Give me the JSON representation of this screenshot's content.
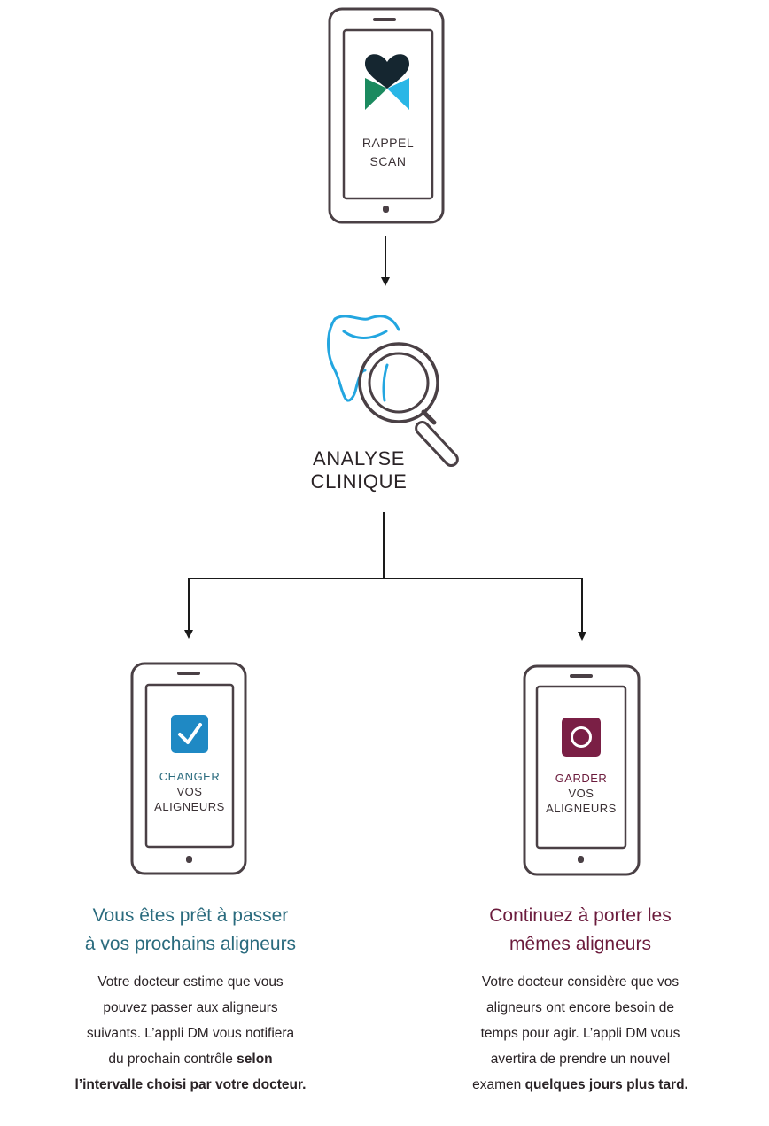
{
  "top_phone": {
    "label_line1": "RAPPEL",
    "label_line2": "SCAN",
    "logo_icon": "heart-tooth-logo"
  },
  "analysis": {
    "label_line1": "ANALYSE",
    "label_line2": "CLINIQUE",
    "icon": "tooth-magnifier-icon"
  },
  "left_phone": {
    "label_line1": "CHANGER",
    "label_line2": "VOS",
    "label_line3": "ALIGNEURS",
    "icon": "checkmark-icon",
    "accent": "#1f89c4"
  },
  "right_phone": {
    "label_line1": "GARDER",
    "label_line2": "VOS",
    "label_line3": "ALIGNEURS",
    "icon": "circle-icon",
    "accent": "#7a1f45"
  },
  "left_text": {
    "heading_line1": "Vous êtes prêt à passer",
    "heading_line2": "à vos prochains aligneurs",
    "body_line1": "Votre docteur estime que vous",
    "body_line2": "pouvez passer aux aligneurs",
    "body_line3": "suivants. L’appli DM vous notifiera",
    "body_line4_plain": "du prochain contrôle ",
    "body_line4_bold": "selon",
    "body_line5_bold": "l’intervalle choisi par votre docteur."
  },
  "right_text": {
    "heading_line1": "Continuez à porter les",
    "heading_line2": "mêmes aligneurs",
    "body_line1": "Votre docteur considère que vos",
    "body_line2": "aligneurs ont encore besoin de",
    "body_line3": "temps pour agir. L’appli DM vous",
    "body_line4": "avertira de prendre un nouvel",
    "body_line5_plain": "examen ",
    "body_line5_bold": "quelques jours plus tard."
  },
  "colors": {
    "outline": "#4a4045",
    "teal": "#2a6b7e",
    "plum": "#6b1b3c",
    "tooth_blue": "#23a6e0"
  }
}
